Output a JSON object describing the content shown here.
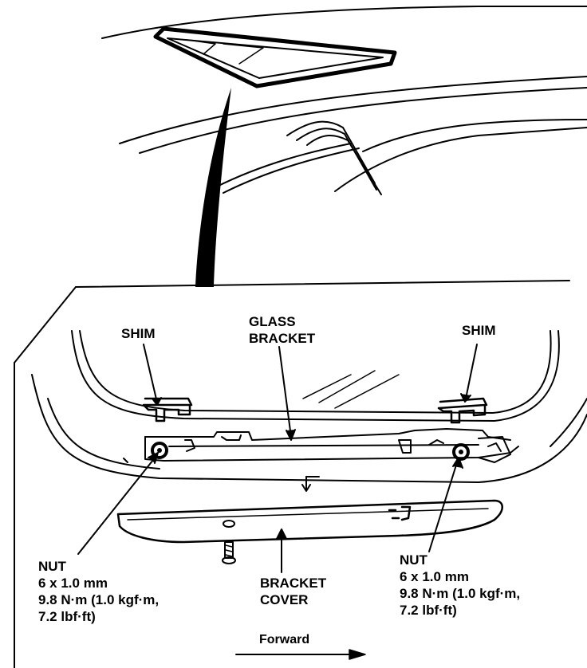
{
  "labels": {
    "shim_left": "SHIM",
    "shim_right": "SHIM",
    "glass_bracket": [
      "GLASS",
      "BRACKET"
    ],
    "nut_left": [
      "NUT",
      "6 x 1.0 mm",
      "9.8 N·m (1.0 kgf·m,",
      "7.2 lbf·ft)"
    ],
    "nut_right": [
      "NUT",
      "6 x 1.0 mm",
      "9.8 N·m (1.0 kgf·m,",
      "7.2 lbf·ft)"
    ],
    "bracket_cover": [
      "BRACKET",
      "COVER"
    ],
    "forward": "Forward"
  }
}
